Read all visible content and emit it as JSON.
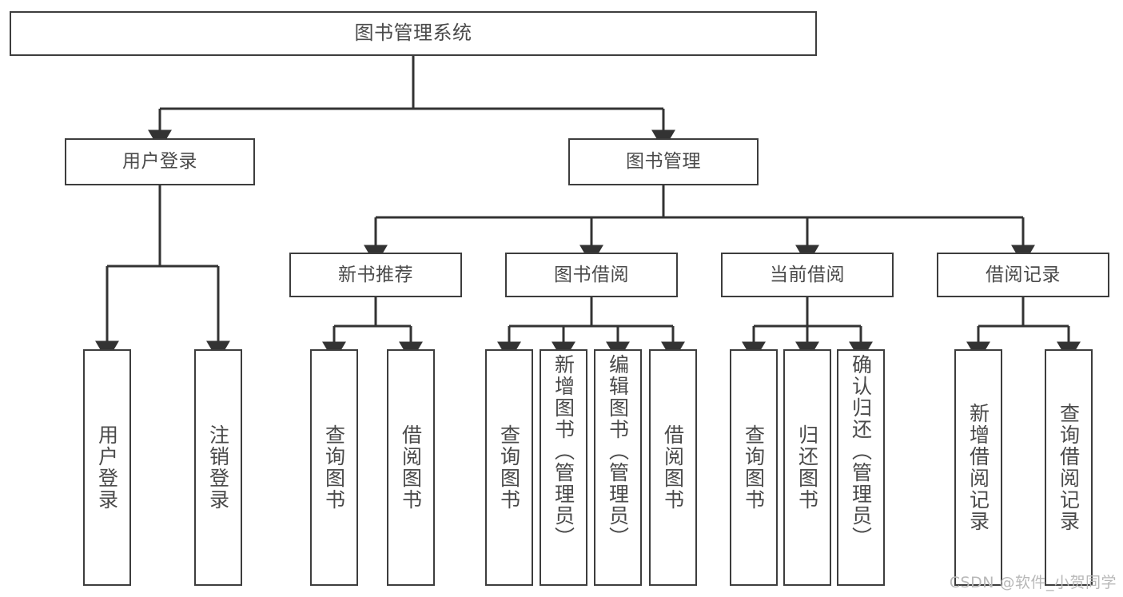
{
  "diagram": {
    "title": "图书管理系统",
    "type": "tree",
    "watermark": "CSDN @软件_小贺同学",
    "colors": {
      "box_border": "#3d3d3d",
      "box_fill": "#ffffff",
      "edge": "#333333",
      "text": "#4a4a4a",
      "watermark": "#b8b8b8",
      "background": "#ffffff"
    },
    "nodes": {
      "root": {
        "label": "图书管理系统"
      },
      "level2": [
        {
          "label": "用户登录"
        },
        {
          "label": "图书管理"
        }
      ],
      "level3": [
        {
          "label": "新书推荐"
        },
        {
          "label": "图书借阅"
        },
        {
          "label": "当前借阅"
        },
        {
          "label": "借阅记录"
        }
      ],
      "leaves": {
        "user_login": [
          {
            "label": "用户登录"
          },
          {
            "label": "注销登录"
          }
        ],
        "new_book_recommend": [
          {
            "label": "查询图书"
          },
          {
            "label": "借阅图书"
          }
        ],
        "book_borrow": [
          {
            "label": "查询图书"
          },
          {
            "label": "新增图书（管理员）"
          },
          {
            "label": "编辑图书（管理员）"
          },
          {
            "label": "借阅图书"
          }
        ],
        "current_borrow": [
          {
            "label": "查询图书"
          },
          {
            "label": "归还图书"
          },
          {
            "label": "确认归还（管理员）"
          }
        ],
        "borrow_record": [
          {
            "label": "新增借阅记录"
          },
          {
            "label": "查询借阅记录"
          }
        ]
      }
    }
  }
}
